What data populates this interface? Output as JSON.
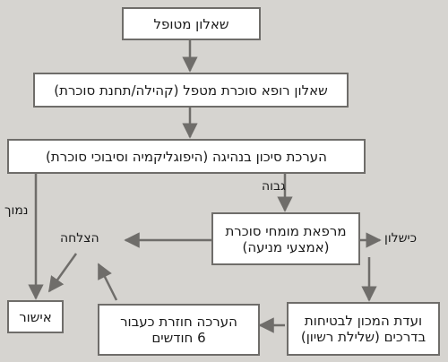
{
  "nodes": {
    "caregiver_questionnaire": "שאלון מטופל",
    "physician_questionnaire": "שאלון רופא סוכרת מטפל (קהילה/תחנת סוכרת)",
    "risk_assessment": "הערכת סיכון בנהיגה (היפוגליקמיה וסיבוכי סוכרת)",
    "diabetes_clinic_line1": "מרפאת מומחי סוכרת",
    "diabetes_clinic_line2": "(אמצעי מניעה)",
    "approval": "אישור",
    "reassessment_line1": "הערכה חוזרת כעבור",
    "reassessment_line2": "6 חודשים",
    "safety_committee_line1": "ועדת המכון לבטיחות",
    "safety_committee_line2": "בדרכים (שלילת רשיון)"
  },
  "edge_labels": {
    "low": "נמוך",
    "high": "גבוה",
    "success": "הצלחה",
    "failure": "כישלון"
  }
}
